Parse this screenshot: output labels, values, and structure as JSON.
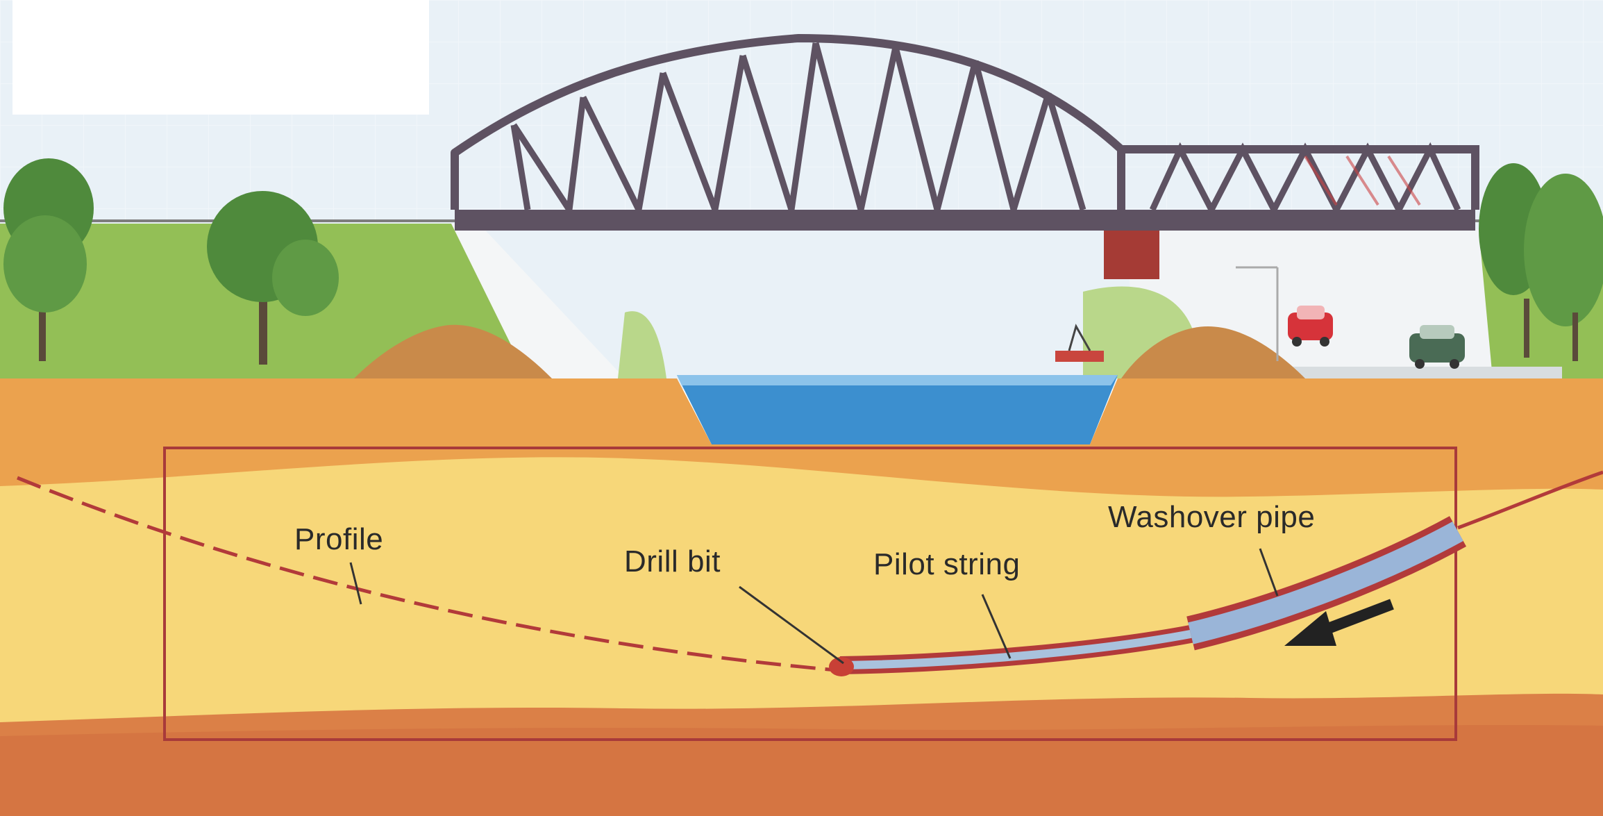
{
  "labels": {
    "profile": "Profile",
    "drill_bit": "Drill bit",
    "pilot_string": "Pilot string",
    "washover_pipe": "Washover pipe"
  },
  "colors": {
    "sky": "#e9f1f7",
    "grass": "#93bf56",
    "water": "#3c8fcf",
    "soil_top": "#eba24e",
    "soil_mid": "#f7d779",
    "soil_deep": "#db8047",
    "bridge": "#5e5262",
    "pier": "#a53b35",
    "frame": "#a83a3a"
  }
}
